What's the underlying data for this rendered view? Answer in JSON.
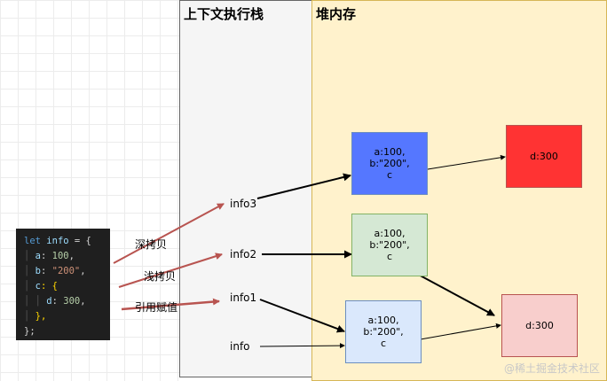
{
  "regions": {
    "stack_title": "上下文执行栈",
    "heap_title": "堆内存"
  },
  "code": {
    "line1": {
      "kw": "let",
      "name": "info",
      "rest": " = {"
    },
    "line2": {
      "key": "a",
      "value": "100"
    },
    "line3": {
      "key": "b",
      "value": "\"200\""
    },
    "line4": {
      "key": "c",
      "rest": ": {"
    },
    "line5": {
      "key": "d",
      "value": "300"
    },
    "line6": "},",
    "line7": "};"
  },
  "arrow_labels": {
    "deep": "深拷贝",
    "shallow": "浅拷贝",
    "ref": "引用赋值"
  },
  "stack_vars": {
    "info3": "info3",
    "info2": "info2",
    "info1": "info1",
    "info": "info"
  },
  "heap_boxes": {
    "blue": "a:100,\nb:\"200\",\nc",
    "green": "a:100,\nb:\"200\",\nc",
    "lightblue": "a:100,\nb:\"200\",\nc",
    "red": "d:300",
    "pink": "d:300"
  },
  "colors": {
    "copy_arrow": "#b85450",
    "pointer_arrow": "#000000"
  },
  "watermark": "@稀土掘金技术社区"
}
